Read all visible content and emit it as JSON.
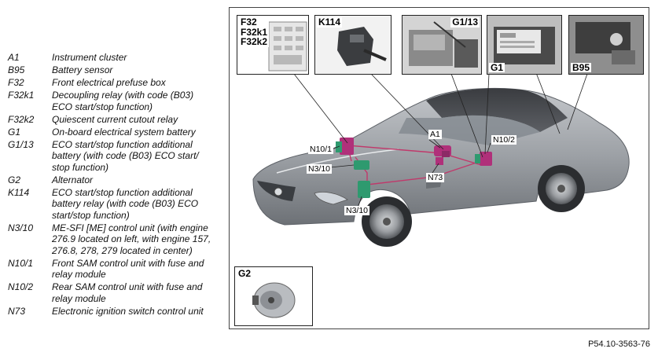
{
  "legend": [
    {
      "code": "A1",
      "desc": "Instrument cluster"
    },
    {
      "code": "B95",
      "desc": "Battery sensor"
    },
    {
      "code": "F32",
      "desc": "Front electrical prefuse box"
    },
    {
      "code": "F32k1",
      "desc": "Decoupling relay (with code (B03) ECO start/stop function)"
    },
    {
      "code": "F32k2",
      "desc": "Quiescent current cutout relay"
    },
    {
      "code": "G1",
      "desc": "On-board electrical system battery"
    },
    {
      "code": "G1/13",
      "desc": "ECO start/stop function additional battery (with code (B03) ECO start/ stop function)"
    },
    {
      "code": "G2",
      "desc": "Alternator"
    },
    {
      "code": "K114",
      "desc": "ECO start/stop function additional battery relay (with code (B03) ECO start/stop function)"
    },
    {
      "code": "N3/10",
      "desc": "ME-SFI [ME] control unit (with engine 276.9 located on left, with engine 157, 276.8, 278, 279 located in center)"
    },
    {
      "code": "N10/1",
      "desc": "Front SAM control unit with fuse and relay module"
    },
    {
      "code": "N10/2",
      "desc": "Rear SAM control unit with fuse and relay module"
    },
    {
      "code": "N73",
      "desc": "Electronic ignition switch control unit"
    }
  ],
  "insets": {
    "f32": {
      "line1": "F32",
      "line2": "F32k1",
      "line3": "F32k2"
    },
    "k114": "K114",
    "g113": "G1/13",
    "g1": "G1",
    "b95": "B95",
    "g2": "G2"
  },
  "callouts": {
    "n101": "N10/1",
    "n310a": "N3/10",
    "a1": "A1",
    "n102": "N10/2",
    "n73": "N73",
    "n310b": "N3/10"
  },
  "reference": "P54.10-3563-76",
  "colors": {
    "car_body": "#9a9ea3",
    "harness": "#c0396b",
    "module_green": "#2e9a6f",
    "module_magenta": "#b0307a"
  }
}
